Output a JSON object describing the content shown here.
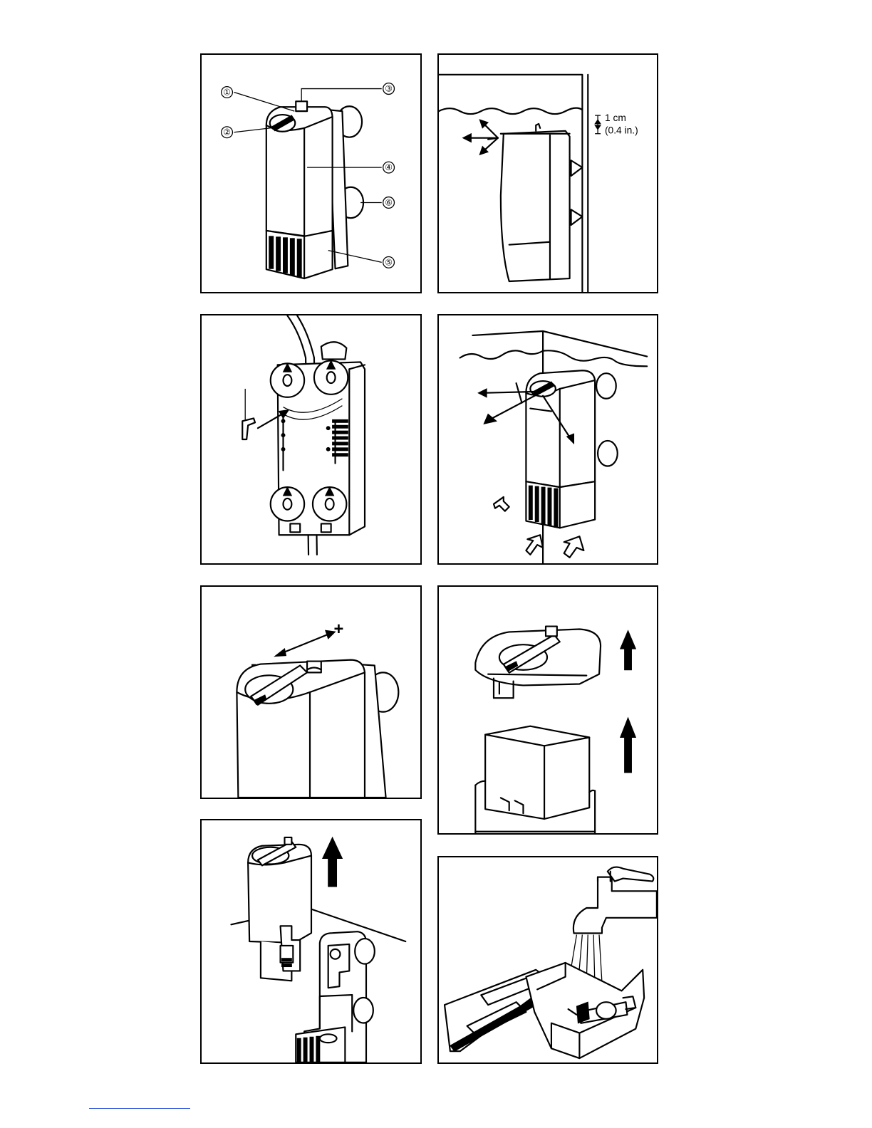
{
  "fig1": {
    "callouts": [
      "①",
      "②",
      "③",
      "④",
      "⑤",
      "⑥"
    ]
  },
  "fig2": {
    "depth_label_metric": "1 cm",
    "depth_label_imperial": "(0.4 in.)"
  },
  "fig5": {
    "minus_sign": "-",
    "plus_sign": "+"
  },
  "colors": {
    "line": "#000000",
    "background": "#ffffff",
    "footer_rule": "#2a4fd6"
  }
}
